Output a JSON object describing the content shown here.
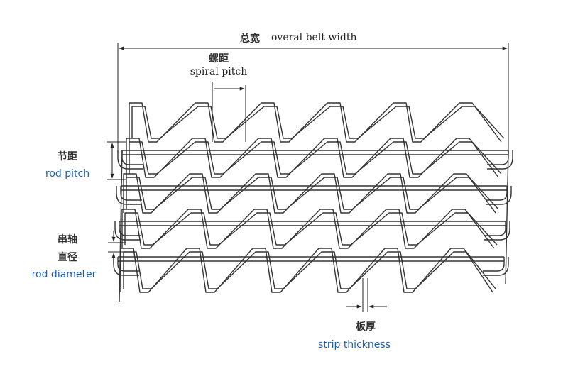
{
  "labels": {
    "overall_width_cn": "总宽",
    "overall_width_en": "overal belt width",
    "spiral_pitch_cn": "螺距",
    "spiral_pitch_en": "spiral pitch",
    "rod_pitch_cn": "节距",
    "rod_pitch_en": "rod pitch",
    "rod_diameter_cn1": "串轴",
    "rod_diameter_cn2": "直径",
    "rod_diameter_en": "rod diameter",
    "strip_thickness_cn": "板厚",
    "strip_thickness_en": "strip thickness"
  },
  "colors": {
    "line": "#333333",
    "label_black": "#222222",
    "label_blue": "#1a5fb4"
  }
}
